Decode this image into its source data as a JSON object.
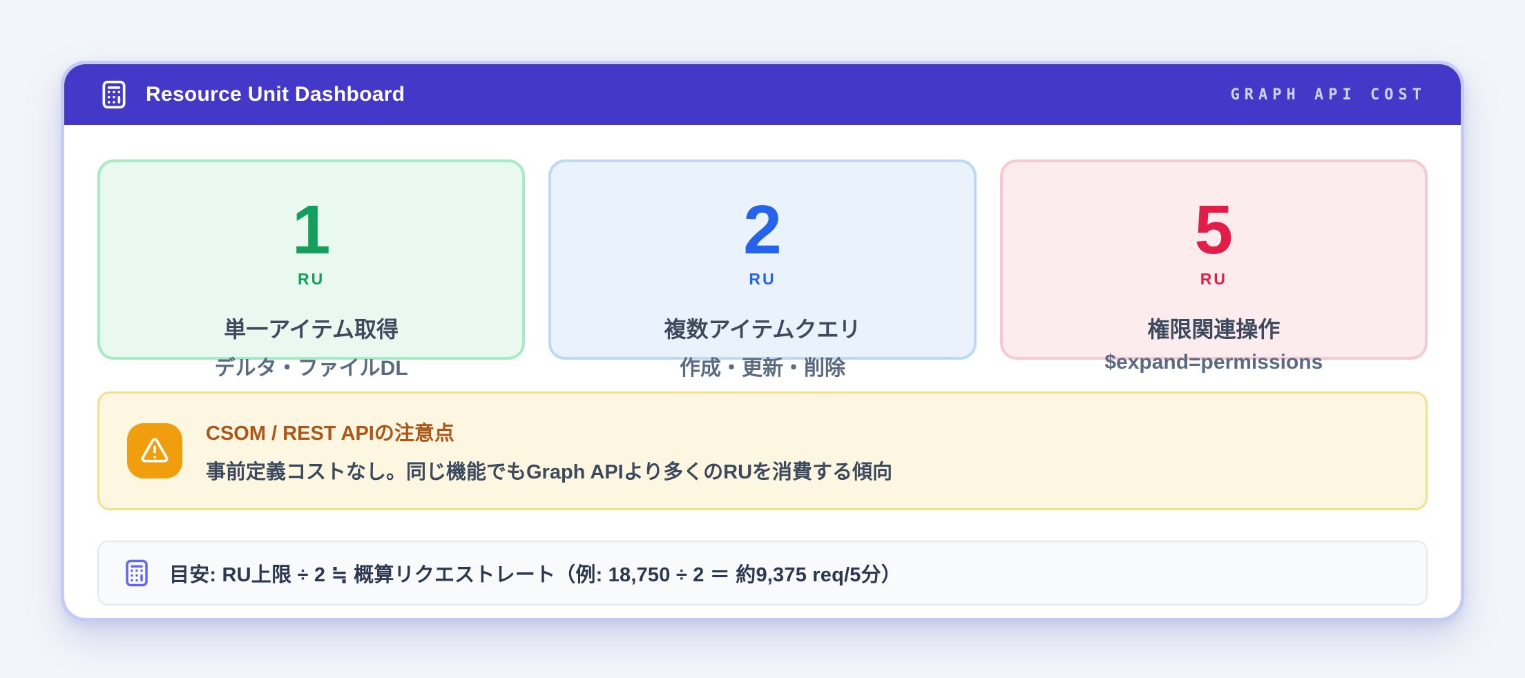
{
  "header": {
    "title": "Resource Unit Dashboard",
    "badge": "GRAPH API COST",
    "bg": "#4438c9",
    "badge_color": "#ccd4f8"
  },
  "cards": [
    {
      "value": "1",
      "unit": "RU",
      "title": "単一アイテム取得",
      "subtitle": "デルタ・ファイルDL",
      "accent": "#14a05c",
      "bg": "#e9f9f0",
      "border": "#a6ebc6"
    },
    {
      "value": "2",
      "unit": "RU",
      "title": "複数アイテムクエリ",
      "subtitle": "作成・更新・削除",
      "accent": "#2563eb",
      "bg": "#eaf3fc",
      "border": "#bdd9f5"
    },
    {
      "value": "5",
      "unit": "RU",
      "title": "権限関連操作",
      "subtitle": "$expand=permissions",
      "accent": "#e11d48",
      "bg": "#fdecee",
      "border": "#f7c9d2"
    }
  ],
  "warning": {
    "title": "CSOM / REST APIの注意点",
    "body": "事前定義コストなし。同じ機能でもGraph APIより多くのRUを消費する傾向",
    "title_color": "#ad5617",
    "bg": "#fdf7e1",
    "border": "#f3e08e",
    "icon_bg": "#f09e0d",
    "icon": "triangle-alert-icon"
  },
  "note": {
    "text": "目安: RU上限 ÷ 2 ≒ 概算リクエストレート（例: 18,750 ÷ 2 ＝ 約9,375 req/5分）",
    "icon": "calculator-icon",
    "icon_color": "#6366f1"
  }
}
